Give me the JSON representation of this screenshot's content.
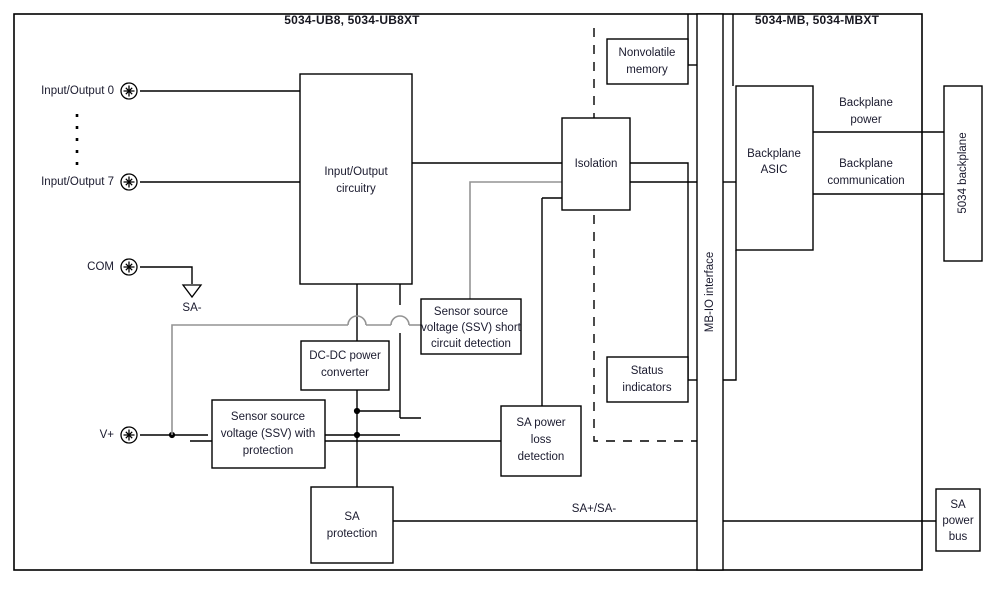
{
  "headers": {
    "left": "5034-UB8, 5034-UB8XT",
    "right": "5034-MB, 5034-MBXT"
  },
  "terminals": [
    {
      "name": "io0",
      "label": "Input/Output 0"
    },
    {
      "name": "io7",
      "label": "Input/Output 7"
    },
    {
      "name": "com",
      "label": "COM"
    },
    {
      "name": "vplus",
      "label": "V+"
    }
  ],
  "ground_label": "SA-",
  "blocks": {
    "io_circuitry": "Input/Output circuitry",
    "io_circuitry_l1": "Input/Output",
    "io_circuitry_l2": "circuitry",
    "isolation": "Isolation",
    "nonvolatile_l1": "Nonvolatile",
    "nonvolatile_l2": "memory",
    "status_l1": "Status",
    "status_l2": "indicators",
    "ssv_short_l1": "Sensor source",
    "ssv_short_l2": "voltage (SSV) short",
    "ssv_short_l3": "circuit detection",
    "dcdc_l1": "DC-DC power",
    "dcdc_l2": "converter",
    "ssv_prot_l1": "Sensor source",
    "ssv_prot_l2": "voltage (SSV) with",
    "ssv_prot_l3": "protection",
    "sa_power_loss_l1": "SA power",
    "sa_power_loss_l2": "loss",
    "sa_power_loss_l3": "detection",
    "sa_protection_l1": "SA",
    "sa_protection_l2": "protection",
    "mb_io_interface": "MB-IO interface",
    "backplane_asic_l1": "Backplane",
    "backplane_asic_l2": "ASIC",
    "backplane_5034": "5034 backplane",
    "sa_power_bus_l1": "SA",
    "sa_power_bus_l2": "power",
    "sa_power_bus_l3": "bus"
  },
  "wire_labels": {
    "backplane_power_l1": "Backplane",
    "backplane_power_l2": "power",
    "backplane_comm_l1": "Backplane",
    "backplane_comm_l2": "communication",
    "sa_bus": "SA+/SA-"
  },
  "colors": {
    "line": "#000000",
    "gray_line": "#949494",
    "text": "#1a1a2e",
    "background": "#ffffff"
  }
}
